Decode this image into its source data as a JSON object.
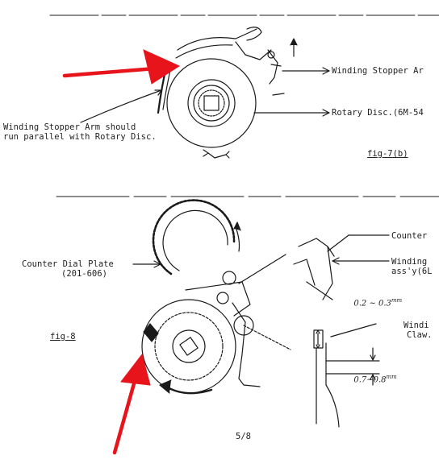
{
  "fig7b": {
    "label_stopper_arm": "Winding Stopper Ar",
    "label_rotary_disc": "Rotary Disc.(6M-54",
    "note_line1": "Winding Stopper Arm should",
    "note_line2": "run parallel with Rotary Disc.",
    "fig_caption": "fig-7(b)"
  },
  "fig8": {
    "label_counter": "Counter",
    "label_dial_plate_1": "Counter Dial Plate",
    "label_dial_plate_2": "(201-606)",
    "label_winding_1": "Winding",
    "label_winding_2": "ass'y(6L",
    "dim_upper": "0.2 ~ 0.3",
    "dim_upper_unit": "mm",
    "label_claw_1": "Windi",
    "label_claw_2": "Claw.",
    "fig_caption": "fig-8",
    "dim_lower": "0.7~0.8",
    "dim_lower_unit": "mm"
  },
  "footer": {
    "page_number": "5/8"
  },
  "colors": {
    "ink": "#1a1a1a",
    "annotation_arrow": "#e8141b"
  }
}
